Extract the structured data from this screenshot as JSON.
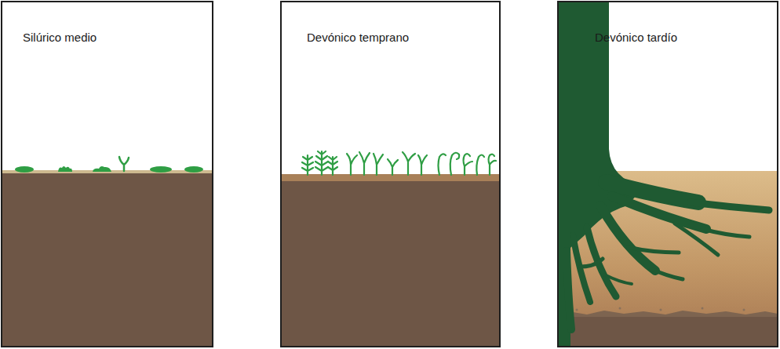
{
  "diagram": {
    "nodes": [
      {
        "text": [
          "Silúrico medio"
        ]
      },
      {
        "text": [
          "Devónico temprano"
        ]
      },
      {
        "text": [
          "Devónico tardío"
        ]
      }
    ]
  }
}
